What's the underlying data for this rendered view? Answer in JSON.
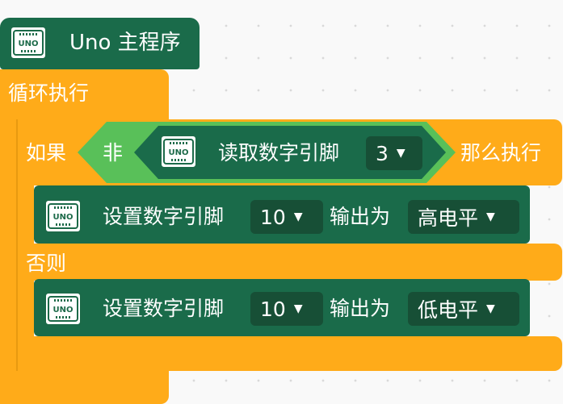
{
  "blocks": {
    "main_header": {
      "icon": "uno-board-icon",
      "label": "Uno 主程序"
    },
    "loop": {
      "label": "循环执行"
    },
    "if_block": {
      "if_label": "如果",
      "then_label": "那么执行",
      "else_label": "否则",
      "not_label": "非",
      "read_pin": {
        "label": "读取数字引脚",
        "pin": "3"
      }
    },
    "set_pin_then": {
      "label": "设置数字引脚",
      "pin": "10",
      "output_label": "输出为",
      "level": "高电平"
    },
    "set_pin_else": {
      "label": "设置数字引脚",
      "pin": "10",
      "output_label": "输出为",
      "level": "低电平"
    }
  },
  "colors": {
    "control": "#ffab19",
    "arduino": "#1a6b4a",
    "dropdown": "#174f36",
    "logic": "#59c059",
    "background": "#f9f9f9"
  }
}
